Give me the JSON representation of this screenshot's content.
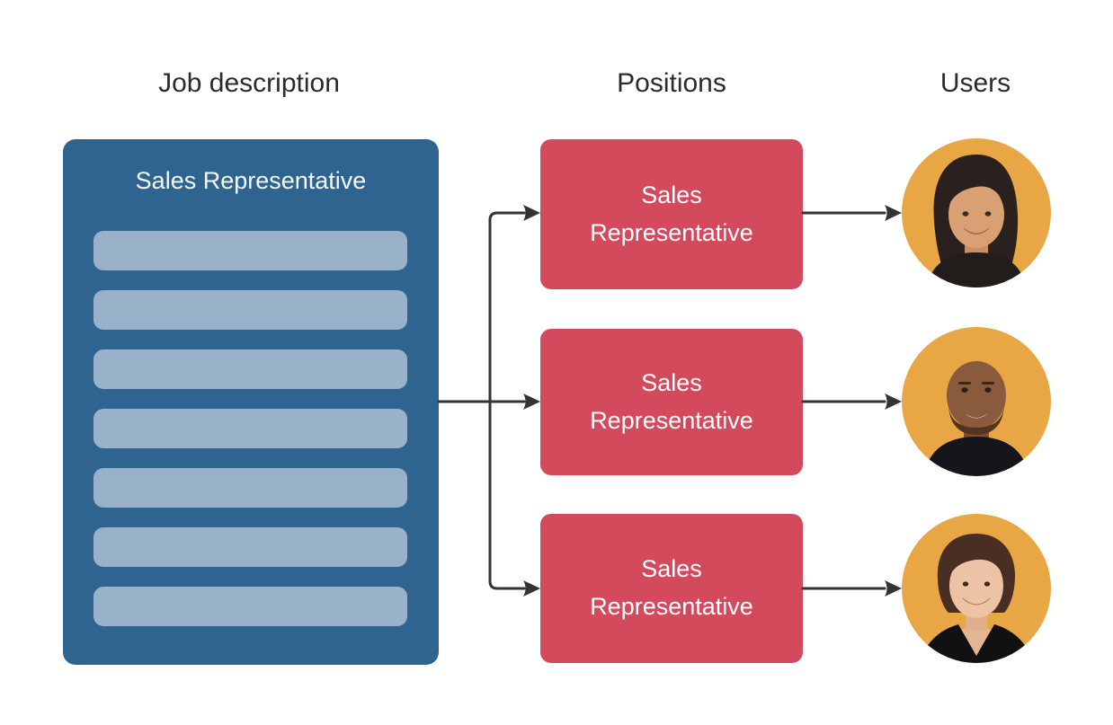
{
  "columns": {
    "job_description": {
      "heading": "Job description"
    },
    "positions": {
      "heading": "Positions"
    },
    "users": {
      "heading": "Users"
    }
  },
  "job_card": {
    "title": "Sales Representative",
    "placeholder_line_count": 7
  },
  "positions": {
    "items": [
      {
        "label": "Sales Representative"
      },
      {
        "label": "Sales Representative"
      },
      {
        "label": "Sales Representative"
      }
    ]
  },
  "users": {
    "items": [
      {
        "avatar": "smiling-woman-long-dark-hair-photo"
      },
      {
        "avatar": "smiling-bald-man-with-beard-photo"
      },
      {
        "avatar": "smiling-woman-short-auburn-hair-photo"
      }
    ]
  },
  "colors": {
    "card_blue": "#2F6491",
    "placeholder_bar_blue": "#99B2C9",
    "position_red": "#D24A5C",
    "avatar_background_orange": "#E8A644",
    "connector_dark": "#333333",
    "heading_text": "#2B2B2B",
    "card_title_text": "#F4F8FA",
    "position_label_text": "#FFFFFF"
  }
}
